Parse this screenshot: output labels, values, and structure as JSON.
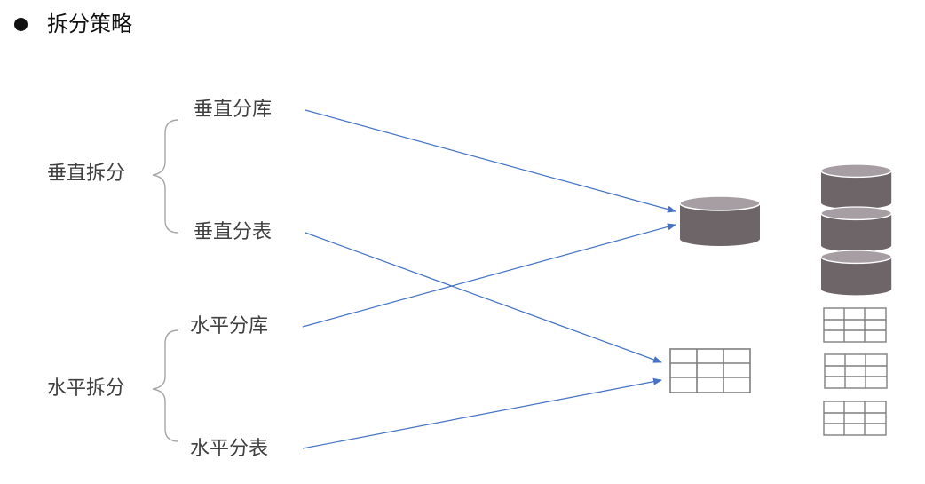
{
  "title": "拆分策略",
  "groups": {
    "vertical": {
      "label": "垂直拆分",
      "items": [
        "垂直分库",
        "垂直分表"
      ]
    },
    "horizontal": {
      "label": "水平拆分",
      "items": [
        "水平分库",
        "水平分表"
      ]
    }
  },
  "colors": {
    "arrow": "#4472c4",
    "database": "#6e6569",
    "database_top": "#a79ea3",
    "table_grid": "#7f7f7f",
    "label_text": "#404040"
  }
}
